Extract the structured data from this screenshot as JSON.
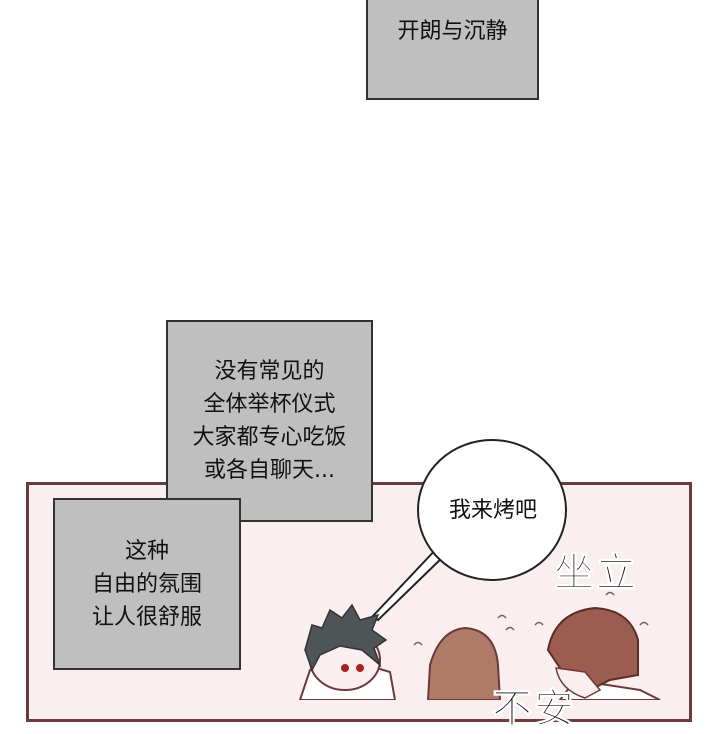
{
  "captions": [
    {
      "lines": [
        "开朗与沉静"
      ]
    },
    {
      "lines": [
        "没有常见的",
        "全体举杯仪式",
        "大家都专心吃饭",
        "或各自聊天..."
      ]
    },
    {
      "lines": [
        "这种",
        "自由的氛围",
        "让人很舒服"
      ]
    }
  ],
  "speech_bubble": {
    "text": "我来烤吧"
  },
  "sound_effects": [
    "坐立",
    "不安"
  ],
  "colors": {
    "panel_border": "#6b3a3a",
    "panel_fill": "#fbeeee",
    "caption_fill": "#bfbfbf"
  }
}
